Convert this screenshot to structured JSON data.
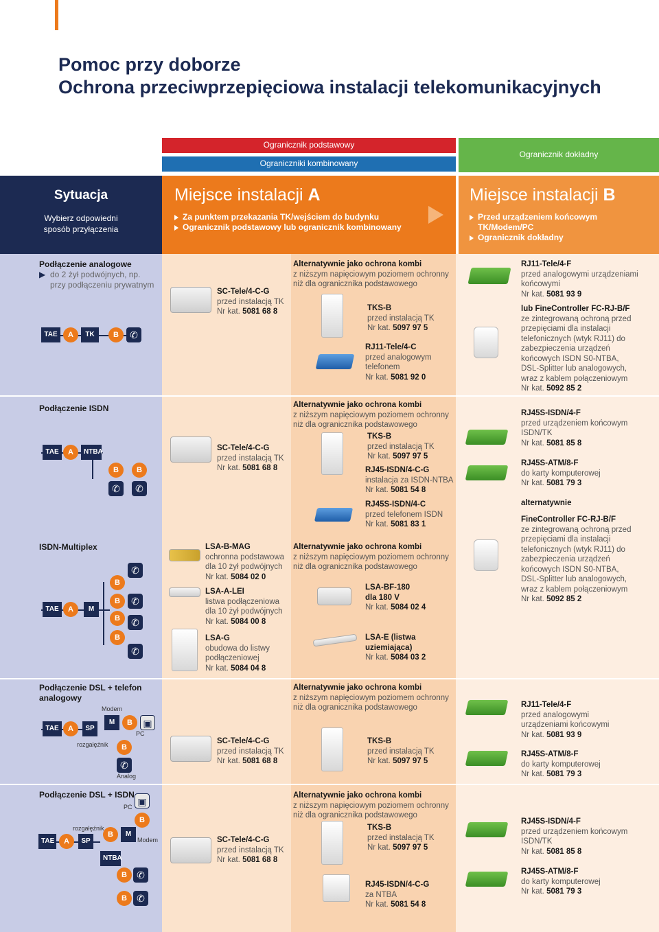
{
  "title": {
    "line1": "Pomoc przy doborze",
    "line2": "Ochrona przeciwprzepięciowa instalacji telekomunikacyjnych"
  },
  "top_labels": {
    "basic": "Ogranicznik podstawowy",
    "combined": "Ograniczniki kombinowany",
    "fine": "Ogranicznik dokładny"
  },
  "header": {
    "situation": {
      "title": "Sytuacja",
      "sub": "Wybierz odpowiedni sposób przyłączenia"
    },
    "placeA": {
      "title": "Miejsce instalacji",
      "letter": "A",
      "bullets": [
        "Za punktem przekazania TK/wejściem do budynku",
        "Ogranicznik podstawowy lub ogranicznik kombinowany"
      ]
    },
    "placeB": {
      "title": "Miejsce instalacji",
      "letter": "B",
      "bullets": [
        "Przed urządzeniem końcowym TK/Modem/PC",
        "Ogranicznik dokładny"
      ]
    }
  },
  "alt_lines": {
    "title": "Alternatywnie jako ochrona kombi",
    "l1": "z niższym napięciowym poziomem ochronny",
    "l2": "niż dla ogranicznika podstawowego"
  },
  "rows": {
    "r1": {
      "title": "Podłączenie analogowe",
      "sub1": "do 2 żył podwójnych, np.",
      "sub2": "przy podłączeniu prywatnym",
      "diag": {
        "tae": "TAE",
        "a": "A",
        "tk": "TK",
        "b": "B"
      },
      "p1": {
        "name": "SC-Tele/4-C-G",
        "desc": "przed instalacją TK",
        "nr": "Nr kat.",
        "num": "5081 68 8"
      },
      "p2": {
        "name": "TKS-B",
        "desc": "przed instalacją TK",
        "nr": "Nr kat.",
        "num": "5097 97 5"
      },
      "p3": {
        "name": "RJ11-Tele/4-C",
        "desc1": "przed analogowym",
        "desc2": "telefonem",
        "nr": "Nr kat.",
        "num": "5081 92 0"
      },
      "p4": {
        "name": "RJ11-Tele/4-F",
        "desc1": "przed analogowymi urządzeniami",
        "desc2": "końcowymi",
        "nr": "Nr kat.",
        "num": "5081 93 9"
      },
      "p5": {
        "name": "lub FineController FC-RJ-B/F",
        "lines": [
          "ze zintegrowaną ochroną przed",
          "przepięciami dla instalacji",
          "telefonicznych (wtyk RJ11) do",
          "zabezpieczenia urządzeń",
          "końcowych ISDN S0-NTBA,",
          "DSL-Splitter lub analogowych,",
          "wraz z kablem połączeniowym"
        ],
        "nr": "Nr kat.",
        "num": "5092 85 2"
      }
    },
    "r2": {
      "title": "Podłączenie ISDN",
      "diag": {
        "tae": "TAE",
        "a": "A",
        "ntba": "NTBA",
        "b": "B"
      },
      "p1": {
        "name": "SC-Tele/4-C-G",
        "desc": "przed instalacją TK",
        "nr": "Nr kat.",
        "num": "5081 68 8"
      },
      "p2": {
        "name": "TKS-B",
        "desc": "przed instalacją TK",
        "nr": "Nr kat.",
        "num": "5097 97 5"
      },
      "p3": {
        "name": "RJ45-ISDN/4-C-G",
        "desc": "instalacja za ISDN-NTBA",
        "nr": "Nr kat.",
        "num": "5081 54 8"
      },
      "p3b": {
        "name": "RJ45S-ISDN/4-C",
        "desc": "przed telefonem ISDN",
        "nr": "Nr kat.",
        "num": "5081 83 1"
      },
      "p4": {
        "name": "RJ45S-ISDN/4-F",
        "desc1": "przed urządzeniem końcowym",
        "desc2": "ISDN/TK",
        "nr": "Nr kat.",
        "num": "5081 85 8"
      },
      "p5": {
        "name": "RJ45S-ATM/8-F",
        "desc": "do karty komputerowej",
        "nr": "Nr kat.",
        "num": "5081 79 3"
      },
      "alt": "alternatywnie",
      "p6": {
        "name": "FineController FC-RJ-B/F",
        "lines": [
          "ze zintegrowaną ochroną przed",
          "przepięciami dla instalacji",
          "telefonicznych (wtyk RJ11) do",
          "zabezpieczenia urządzeń",
          "końcowych ISDN S0-NTBA,",
          "DSL-Splitter lub analogowych,",
          "wraz z kablem połączeniowym"
        ],
        "nr": "Nr kat.",
        "num": "5092 85 2"
      }
    },
    "r3": {
      "title": "ISDN-Multiplex",
      "diag": {
        "tae": "TAE",
        "a": "A",
        "m": "M",
        "b": "B"
      },
      "p1": {
        "name": "LSA-B-MAG",
        "desc1": "ochronna podstawowa",
        "desc2": "dla 10 żył podwójnych",
        "nr": "Nr kat.",
        "num": "5084 02 0"
      },
      "p2": {
        "name": "LSA-A-LEI",
        "desc1": "listwa podłączeniowa",
        "desc2": "dla 10 żył podwójnych",
        "nr": "Nr kat.",
        "num": "5084 00 8"
      },
      "p3": {
        "name": "LSA-G",
        "desc1": "obudowa do listwy",
        "desc2": "podłączeniowej",
        "nr": "Nr kat.",
        "num": "5084 04 8"
      },
      "p4": {
        "name": "LSA-BF-180",
        "name2": "dla 180 V",
        "nr": "Nr kat.",
        "num": "5084 02 4"
      },
      "p5": {
        "name": "LSA-E (listwa",
        "name2": "uziemiająca)",
        "nr": "Nr kat.",
        "num": "5084 03 2"
      }
    },
    "r4": {
      "title": "Podłączenie DSL + telefon",
      "title2": "analogowy",
      "diag": {
        "tae": "TAE",
        "a": "A",
        "sp": "SP",
        "m": "M",
        "b": "B",
        "modem": "Modem",
        "pc": "PC",
        "split": "rozgałęźnik",
        "analog": "Analog"
      },
      "p1": {
        "name": "SC-Tele/4-C-G",
        "desc": "przed instalacją TK",
        "nr": "Nr kat.",
        "num": "5081 68 8"
      },
      "p2": {
        "name": "TKS-B",
        "desc": "przed instalacją TK",
        "nr": "Nr kat.",
        "num": "5097 97 5"
      },
      "p3": {
        "name": "RJ11-Tele/4-F",
        "desc1": "przed analogowymi",
        "desc2": "urządzeniami końcowymi",
        "nr": "Nr kat.",
        "num": "5081 93 9"
      },
      "p4": {
        "name": "RJ45S-ATM/8-F",
        "desc": "do karty komputerowej",
        "nr": "Nr kat.",
        "num": "5081 79 3"
      }
    },
    "r5": {
      "title": "Podłączenie DSL + ISDN",
      "diag": {
        "tae": "TAE",
        "a": "A",
        "sp": "SP",
        "m": "M",
        "b": "B",
        "modem": "Modem",
        "pc": "PC",
        "split": "rozgałęźnik",
        "ntba": "NTBA"
      },
      "p1": {
        "name": "SC-Tele/4-C-G",
        "desc": "przed instalacją TK",
        "nr": "Nr kat.",
        "num": "5081 68 8"
      },
      "p2": {
        "name": "TKS-B",
        "desc": "przed instalacją TK",
        "nr": "Nr kat.",
        "num": "5097 97 5"
      },
      "p3": {
        "name": "RJ45-ISDN/4-C-G",
        "desc": "za NTBA",
        "nr": "Nr kat.",
        "num": "5081 54 8"
      },
      "p4": {
        "name": "RJ45S-ISDN/4-F",
        "desc1": "przed urządzeniem końcowym",
        "desc2": "ISDN/TK",
        "nr": "Nr kat.",
        "num": "5081 85 8"
      },
      "p5": {
        "name": "RJ45S-ATM/8-F",
        "desc": "do karty komputerowej",
        "nr": "Nr kat.",
        "num": "5081 79 3"
      }
    }
  }
}
